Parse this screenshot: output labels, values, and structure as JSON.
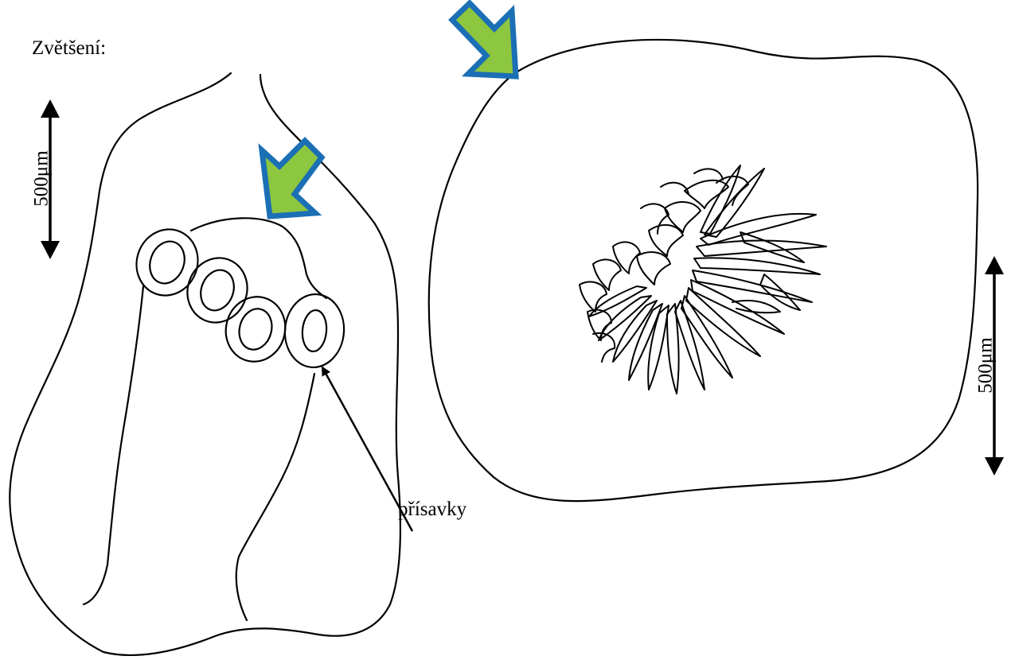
{
  "title": "Zvětšení:",
  "label_suckers": "přísavky",
  "scale_left": {
    "label": "500μm"
  },
  "scale_right": {
    "label": "500μm"
  },
  "colors": {
    "line": "#000000",
    "arrow_fill": "#8dc63f",
    "arrow_stroke": "#1b6fb5",
    "background": "#ffffff"
  },
  "icons": {
    "pointer_arrows": "green-arrow-icon",
    "scale_bars": "double-arrow-icon"
  }
}
